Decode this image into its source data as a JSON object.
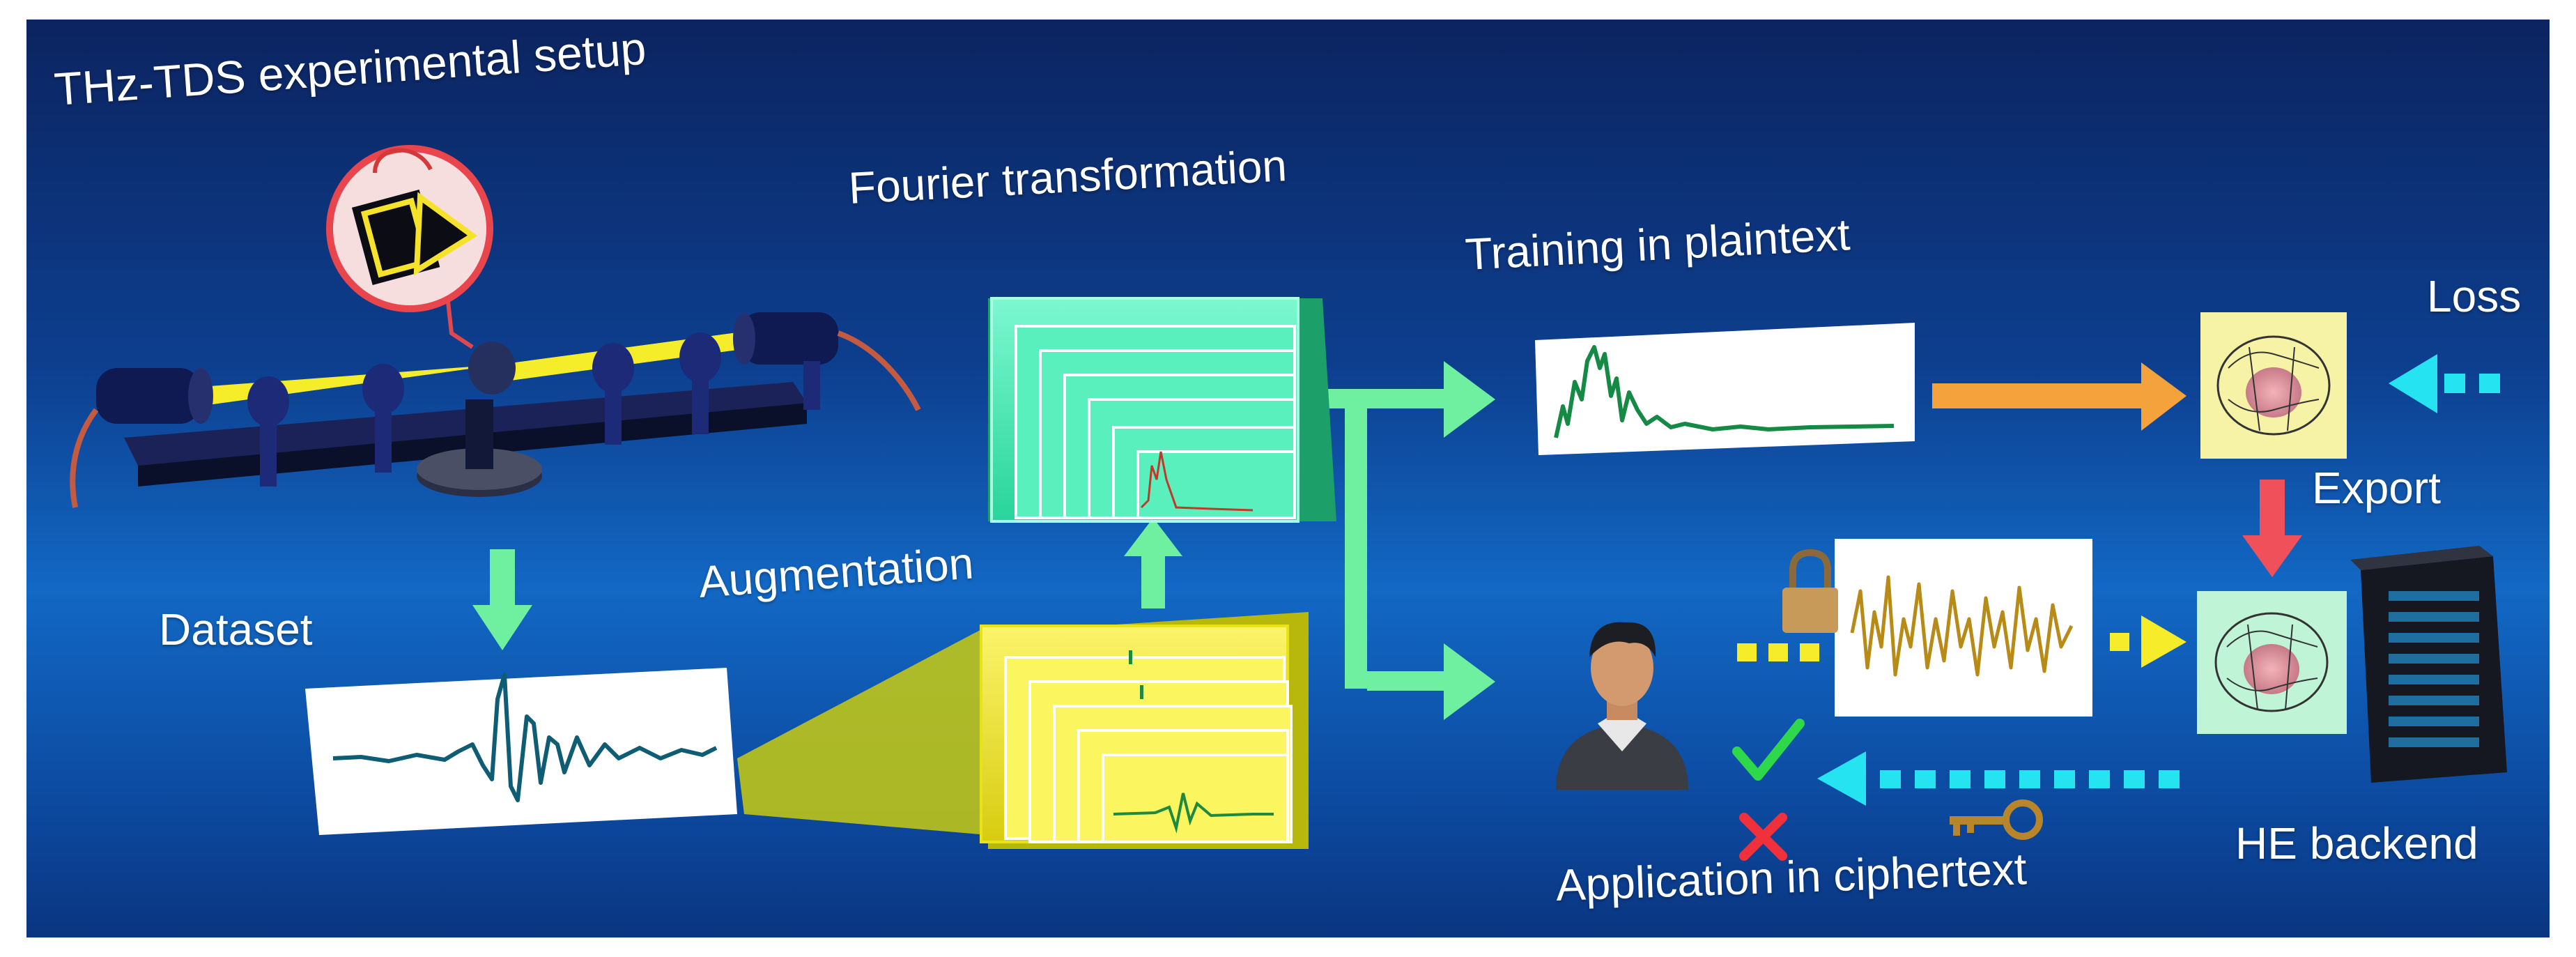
{
  "labels": {
    "setup": "THz-TDS experimental setup",
    "dataset": "Dataset",
    "augmentation": "Augmentation",
    "fourier": "Fourier transformation",
    "training": "Training in plaintext",
    "loss": "Loss",
    "export": "Export",
    "application": "Application in ciphertext",
    "backend": "HE backend"
  },
  "icons": {
    "setup": "thz-optical-bench",
    "emitter": "thz-emitter-icon",
    "user": "user-avatar",
    "lock": "padlock",
    "key": "key",
    "check": "check-mark",
    "cross": "cross-mark",
    "model": "neural-brain",
    "server": "server-rack"
  },
  "colors": {
    "background": "#0d3f8f",
    "flow_arrow": "#6ef0a0",
    "training_arrow": "#f4a23c",
    "export_arrow": "#f0505a",
    "loss_arrow": "#25e3f0",
    "cipher_arrow": "#f7ec2a",
    "augment_stack": "#f2ef3a",
    "fourier_stack": "#3ef0b0",
    "waveform": "#0f5d75",
    "spectrum": "#158a44",
    "encrypted_signal": "#b88a16"
  }
}
